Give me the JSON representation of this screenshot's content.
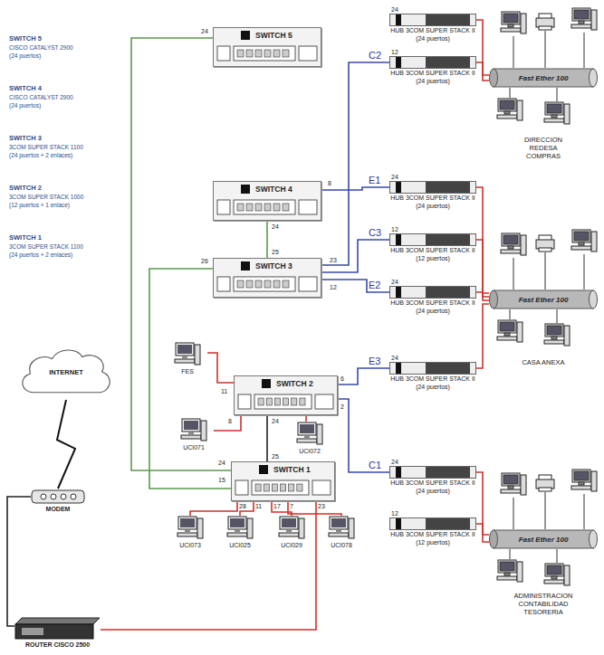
{
  "diagram": {
    "nodes": [
      {
        "text": [
          "SWITCH 5"
        ]
      },
      {
        "text": [
          "SWITCH 4"
        ]
      },
      {
        "text": [
          "SWITCH 3"
        ]
      },
      {
        "text": [
          "SWITCH 2"
        ]
      },
      {
        "text": [
          "SWITCH 1"
        ]
      },
      {
        "text": [
          "HUB 3COM SUPER STACK II",
          "(24 puertos)"
        ]
      },
      {
        "text": [
          "HUB 3COM SUPER STACK II",
          "(24 puertos)"
        ]
      },
      {
        "text": [
          "HUB 3COM SUPER STACK II",
          "(24 puertos)"
        ]
      },
      {
        "text": [
          "HUB 3COM SUPER STACK II",
          "(12 puertos)"
        ]
      },
      {
        "text": [
          "HUB 3COM SUPER STACK II",
          "(24 puertos)"
        ]
      },
      {
        "text": [
          "HUB 3COM SUPER STACK II",
          "(24 puertos)"
        ]
      },
      {
        "text": [
          "HUB 3COM SUPER STACK II",
          "(24 puertos)"
        ]
      },
      {
        "text": [
          "HUB 3COM SUPER STACK II",
          "(12 puertos)"
        ]
      },
      {
        "text": [
          "Fast Ether 100"
        ]
      },
      {
        "text": [
          "Fast Ether 100"
        ]
      },
      {
        "text": [
          "Fast Ether 100"
        ]
      },
      {
        "text": [
          "FES"
        ]
      },
      {
        "text": [
          "UCI071"
        ]
      },
      {
        "text": [
          "UCI072"
        ]
      },
      {
        "text": [
          "UCI073"
        ]
      },
      {
        "text": [
          "UCI025"
        ]
      },
      {
        "text": [
          "UCI029"
        ]
      },
      {
        "text": [
          "UCI078"
        ]
      },
      {
        "text": [
          "INTERNET"
        ]
      },
      {
        "text": [
          "MODEM"
        ]
      },
      {
        "text": [
          "ROUTER CISCO 2500"
        ]
      }
    ],
    "edges": [
      {
        "from": 0,
        "to": 4,
        "arrow": "none"
      },
      {
        "from": 1,
        "to": 2,
        "arrow": "none"
      },
      {
        "from": 2,
        "to": 4,
        "arrow": "none"
      },
      {
        "from": 1,
        "to": 7,
        "label": "E1",
        "arrow": "none"
      },
      {
        "from": 2,
        "to": 6,
        "label": "C2",
        "arrow": "none"
      },
      {
        "from": 2,
        "to": 8,
        "label": "C3",
        "arrow": "none"
      },
      {
        "from": 2,
        "to": 9,
        "label": "E2",
        "arrow": "none"
      },
      {
        "from": 3,
        "to": 10,
        "label": "E3",
        "arrow": "none"
      },
      {
        "from": 3,
        "to": 11,
        "label": "C1",
        "arrow": "none"
      },
      {
        "from": 5,
        "to": 13,
        "arrow": "none"
      },
      {
        "from": 6,
        "to": 13,
        "arrow": "none"
      },
      {
        "from": 7,
        "to": 14,
        "arrow": "none"
      },
      {
        "from": 8,
        "to": 14,
        "arrow": "none"
      },
      {
        "from": 9,
        "to": 14,
        "arrow": "none"
      },
      {
        "from": 10,
        "to": 14,
        "arrow": "none"
      },
      {
        "from": 11,
        "to": 15,
        "arrow": "none"
      },
      {
        "from": 12,
        "to": 15,
        "arrow": "none"
      },
      {
        "from": 3,
        "to": 4,
        "arrow": "none"
      },
      {
        "from": 3,
        "to": 16,
        "arrow": "none"
      },
      {
        "from": 3,
        "to": 17,
        "arrow": "none"
      },
      {
        "from": 3,
        "to": 18,
        "arrow": "none"
      },
      {
        "from": 4,
        "to": 19,
        "arrow": "none"
      },
      {
        "from": 4,
        "to": 20,
        "arrow": "none"
      },
      {
        "from": 4,
        "to": 21,
        "arrow": "none"
      },
      {
        "from": 4,
        "to": 22,
        "arrow": "none"
      },
      {
        "from": 4,
        "to": 25,
        "arrow": "none"
      },
      {
        "from": 25,
        "to": 24,
        "arrow": "none"
      },
      {
        "from": 23,
        "to": 24,
        "arrow": "none"
      }
    ],
    "labels": [
      "SWITCH 5",
      "CISCO CATALYST 2900",
      "(24 puertos)",
      "SWITCH 4",
      "CISCO CATALYST 2900",
      "(24 puertos)",
      "SWITCH 3",
      "3COM SUPER STACK 1100",
      "(24 puertos + 2 enlaces)",
      "SWITCH 2",
      "3COM SUPER STACK 1000",
      "(12 puertos + 1 enlace)",
      "SWITCH 1",
      "3COM SUPER STACK 1100",
      "(24 puertos + 2 enlaces)",
      "DIRECCION REDESA COMPRAS",
      "CASA ANEXA",
      "ADMINISTRACION CONTABILIDAD TESORERIA",
      "24",
      "8",
      "24",
      "25",
      "26",
      "23",
      "12",
      "11",
      "6",
      "8",
      "24",
      "2",
      "25",
      "24",
      "15",
      "28",
      "11",
      "17",
      "7",
      "23",
      "24",
      "12",
      "24",
      "12",
      "24",
      "24",
      "24",
      "12"
    ]
  }
}
